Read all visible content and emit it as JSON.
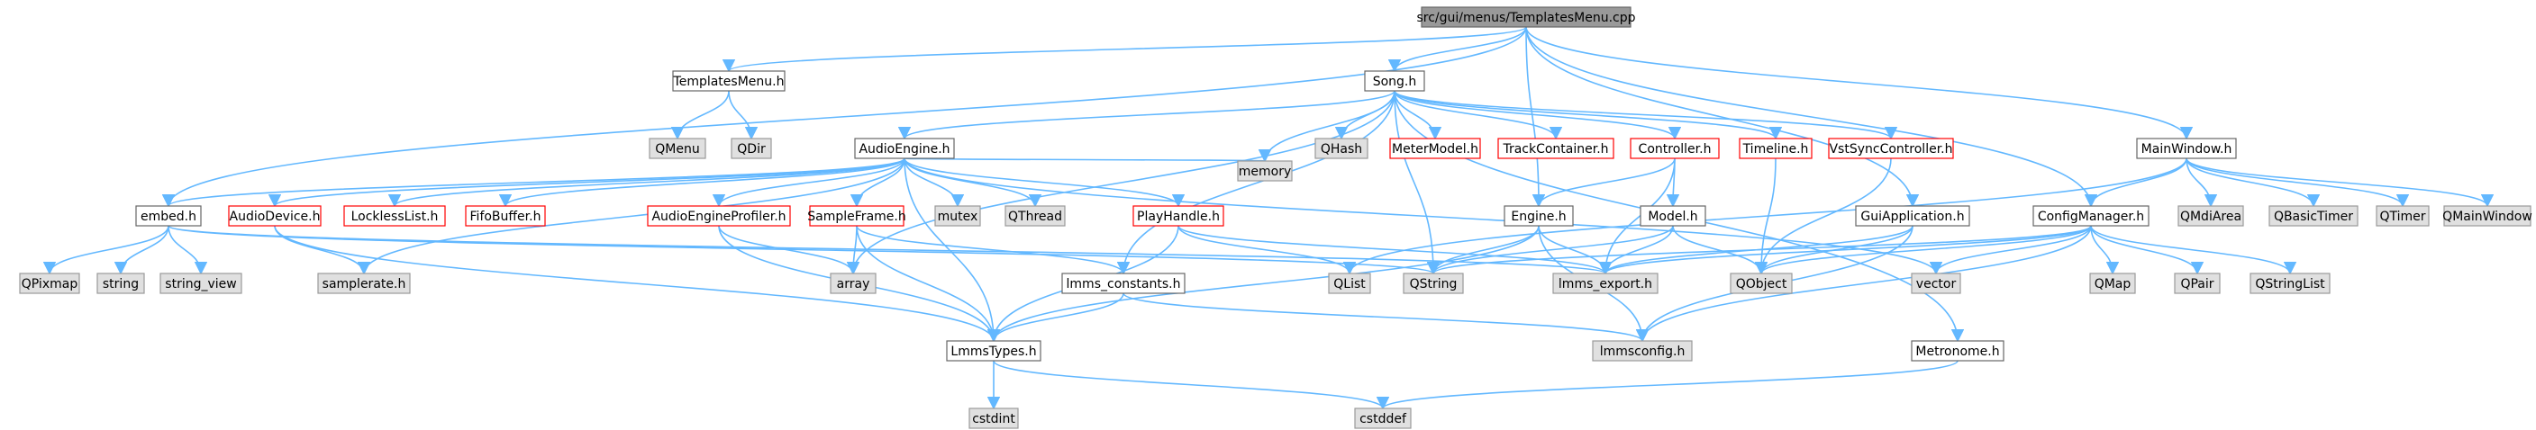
{
  "colors": {
    "edge": "#63b8ff",
    "root_fill": "#999999",
    "root_stroke": "#666666",
    "doc_fill": "#ffffff",
    "doc_stroke": "#666666",
    "ext_fill": "#e0e0e0",
    "ext_stroke": "#999999",
    "red_fill": "#ffffff",
    "red_stroke": "#ff0000",
    "text": "#000000"
  },
  "nodes": [
    {
      "id": "root",
      "label": "src/gui/menus/TemplatesMenu.cpp",
      "kind": "root"
    },
    {
      "id": "templatesmenu_h",
      "label": "TemplatesMenu.h",
      "kind": "doc"
    },
    {
      "id": "song_h",
      "label": "Song.h",
      "kind": "doc"
    },
    {
      "id": "mainwindow_h",
      "label": "MainWindow.h",
      "kind": "doc"
    },
    {
      "id": "qmenu",
      "label": "QMenu",
      "kind": "ext"
    },
    {
      "id": "qdir",
      "label": "QDir",
      "kind": "ext"
    },
    {
      "id": "audioengine_h",
      "label": "AudioEngine.h",
      "kind": "doc"
    },
    {
      "id": "qhash",
      "label": "QHash",
      "kind": "ext"
    },
    {
      "id": "metermodel_h",
      "label": "MeterModel.h",
      "kind": "red"
    },
    {
      "id": "trackcontainer_h",
      "label": "TrackContainer.h",
      "kind": "red"
    },
    {
      "id": "controller_h",
      "label": "Controller.h",
      "kind": "red"
    },
    {
      "id": "timeline_h",
      "label": "Timeline.h",
      "kind": "red"
    },
    {
      "id": "vstsync_h",
      "label": "VstSyncController.h",
      "kind": "red"
    },
    {
      "id": "embed_h",
      "label": "embed.h",
      "kind": "doc"
    },
    {
      "id": "audiodevice_h",
      "label": "AudioDevice.h",
      "kind": "red"
    },
    {
      "id": "locklesslist_h",
      "label": "LocklessList.h",
      "kind": "red"
    },
    {
      "id": "fifobuffer_h",
      "label": "FifoBuffer.h",
      "kind": "red"
    },
    {
      "id": "aeprofiler_h",
      "label": "AudioEngineProfiler.h",
      "kind": "red"
    },
    {
      "id": "sampleframe_h",
      "label": "SampleFrame.h",
      "kind": "red"
    },
    {
      "id": "mutex",
      "label": "mutex",
      "kind": "ext"
    },
    {
      "id": "qthread",
      "label": "QThread",
      "kind": "ext"
    },
    {
      "id": "playhandle_h",
      "label": "PlayHandle.h",
      "kind": "red"
    },
    {
      "id": "memory",
      "label": "memory",
      "kind": "ext"
    },
    {
      "id": "engine_h",
      "label": "Engine.h",
      "kind": "doc"
    },
    {
      "id": "model_h",
      "label": "Model.h",
      "kind": "doc"
    },
    {
      "id": "guiapp_h",
      "label": "GuiApplication.h",
      "kind": "doc"
    },
    {
      "id": "configmgr_h",
      "label": "ConfigManager.h",
      "kind": "doc"
    },
    {
      "id": "qmdiarea",
      "label": "QMdiArea",
      "kind": "ext"
    },
    {
      "id": "qbasictimer",
      "label": "QBasicTimer",
      "kind": "ext"
    },
    {
      "id": "qtimer",
      "label": "QTimer",
      "kind": "ext"
    },
    {
      "id": "qmainwindow",
      "label": "QMainWindow",
      "kind": "ext"
    },
    {
      "id": "qpixmap",
      "label": "QPixmap",
      "kind": "ext"
    },
    {
      "id": "string",
      "label": "string",
      "kind": "ext"
    },
    {
      "id": "string_view",
      "label": "string_view",
      "kind": "ext"
    },
    {
      "id": "samplerate_h",
      "label": "samplerate.h",
      "kind": "ext"
    },
    {
      "id": "array",
      "label": "array",
      "kind": "ext"
    },
    {
      "id": "lmms_constants_h",
      "label": "lmms_constants.h",
      "kind": "doc"
    },
    {
      "id": "qlist",
      "label": "QList",
      "kind": "ext"
    },
    {
      "id": "qstring",
      "label": "QString",
      "kind": "ext"
    },
    {
      "id": "lmms_export_h",
      "label": "lmms_export.h",
      "kind": "ext"
    },
    {
      "id": "qobject",
      "label": "QObject",
      "kind": "ext"
    },
    {
      "id": "vector",
      "label": "vector",
      "kind": "ext"
    },
    {
      "id": "qmap",
      "label": "QMap",
      "kind": "ext"
    },
    {
      "id": "qpair",
      "label": "QPair",
      "kind": "ext"
    },
    {
      "id": "qstringlist",
      "label": "QStringList",
      "kind": "ext"
    },
    {
      "id": "lmmstypes_h",
      "label": "LmmsTypes.h",
      "kind": "doc"
    },
    {
      "id": "lmmsconfig_h",
      "label": "lmmsconfig.h",
      "kind": "ext"
    },
    {
      "id": "metronome_h",
      "label": "Metronome.h",
      "kind": "doc"
    },
    {
      "id": "cstdint",
      "label": "cstdint",
      "kind": "ext"
    },
    {
      "id": "cstddef",
      "label": "cstddef",
      "kind": "ext"
    }
  ],
  "edges": [
    [
      "root",
      "templatesmenu_h"
    ],
    [
      "root",
      "song_h"
    ],
    [
      "root",
      "mainwindow_h"
    ],
    [
      "root",
      "embed_h"
    ],
    [
      "root",
      "engine_h"
    ],
    [
      "root",
      "guiapp_h"
    ],
    [
      "root",
      "configmgr_h"
    ],
    [
      "templatesmenu_h",
      "qmenu"
    ],
    [
      "templatesmenu_h",
      "qdir"
    ],
    [
      "song_h",
      "audioengine_h"
    ],
    [
      "song_h",
      "qhash"
    ],
    [
      "song_h",
      "metermodel_h"
    ],
    [
      "song_h",
      "trackcontainer_h"
    ],
    [
      "song_h",
      "controller_h"
    ],
    [
      "song_h",
      "timeline_h"
    ],
    [
      "song_h",
      "vstsync_h"
    ],
    [
      "song_h",
      "memory"
    ],
    [
      "song_h",
      "array"
    ],
    [
      "song_h",
      "qstring"
    ],
    [
      "song_h",
      "lmms_constants_h"
    ],
    [
      "song_h",
      "metronome_h"
    ],
    [
      "audioengine_h",
      "embed_h"
    ],
    [
      "audioengine_h",
      "audiodevice_h"
    ],
    [
      "audioengine_h",
      "locklesslist_h"
    ],
    [
      "audioengine_h",
      "fifobuffer_h"
    ],
    [
      "audioengine_h",
      "aeprofiler_h"
    ],
    [
      "audioengine_h",
      "sampleframe_h"
    ],
    [
      "audioengine_h",
      "mutex"
    ],
    [
      "audioengine_h",
      "qthread"
    ],
    [
      "audioengine_h",
      "playhandle_h"
    ],
    [
      "audioengine_h",
      "memory"
    ],
    [
      "audioengine_h",
      "samplerate_h"
    ],
    [
      "audioengine_h",
      "lmmstypes_h"
    ],
    [
      "audioengine_h",
      "vector"
    ],
    [
      "embed_h",
      "qpixmap"
    ],
    [
      "embed_h",
      "string"
    ],
    [
      "embed_h",
      "string_view"
    ],
    [
      "embed_h",
      "qstring"
    ],
    [
      "embed_h",
      "lmms_export_h"
    ],
    [
      "audiodevice_h",
      "samplerate_h"
    ],
    [
      "audiodevice_h",
      "lmmstypes_h"
    ],
    [
      "aeprofiler_h",
      "array"
    ],
    [
      "aeprofiler_h",
      "lmmstypes_h"
    ],
    [
      "sampleframe_h",
      "array"
    ],
    [
      "sampleframe_h",
      "lmmstypes_h"
    ],
    [
      "sampleframe_h",
      "lmms_constants_h"
    ],
    [
      "playhandle_h",
      "qlist"
    ],
    [
      "playhandle_h",
      "lmms_export_h"
    ],
    [
      "playhandle_h",
      "lmmstypes_h"
    ],
    [
      "controller_h",
      "engine_h"
    ],
    [
      "controller_h",
      "model_h"
    ],
    [
      "controller_h",
      "lmms_export_h"
    ],
    [
      "timeline_h",
      "qobject"
    ],
    [
      "vstsync_h",
      "qobject"
    ],
    [
      "engine_h",
      "qstring"
    ],
    [
      "engine_h",
      "lmms_export_h"
    ],
    [
      "engine_h",
      "lmmsconfig_h"
    ],
    [
      "engine_h",
      "lmmstypes_h"
    ],
    [
      "model_h",
      "qstring"
    ],
    [
      "model_h",
      "lmms_export_h"
    ],
    [
      "model_h",
      "qobject"
    ],
    [
      "guiapp_h",
      "qobject"
    ],
    [
      "guiapp_h",
      "lmms_export_h"
    ],
    [
      "guiapp_h",
      "lmmsconfig_h"
    ],
    [
      "mainwindow_h",
      "configmgr_h"
    ],
    [
      "mainwindow_h",
      "qmdiarea"
    ],
    [
      "mainwindow_h",
      "qbasictimer"
    ],
    [
      "mainwindow_h",
      "qtimer"
    ],
    [
      "mainwindow_h",
      "qmainwindow"
    ],
    [
      "mainwindow_h",
      "qlist"
    ],
    [
      "configmgr_h",
      "lmmsconfig_h"
    ],
    [
      "configmgr_h",
      "qmap"
    ],
    [
      "configmgr_h",
      "qpair"
    ],
    [
      "configmgr_h",
      "qstringlist"
    ],
    [
      "configmgr_h",
      "qobject"
    ],
    [
      "configmgr_h",
      "vector"
    ],
    [
      "configmgr_h",
      "lmms_export_h"
    ],
    [
      "configmgr_h",
      "qstring"
    ],
    [
      "lmms_constants_h",
      "lmmstypes_h"
    ],
    [
      "lmms_constants_h",
      "lmmsconfig_h"
    ],
    [
      "lmmstypes_h",
      "cstdint"
    ],
    [
      "lmmstypes_h",
      "cstddef"
    ],
    [
      "metronome_h",
      "cstddef"
    ]
  ]
}
